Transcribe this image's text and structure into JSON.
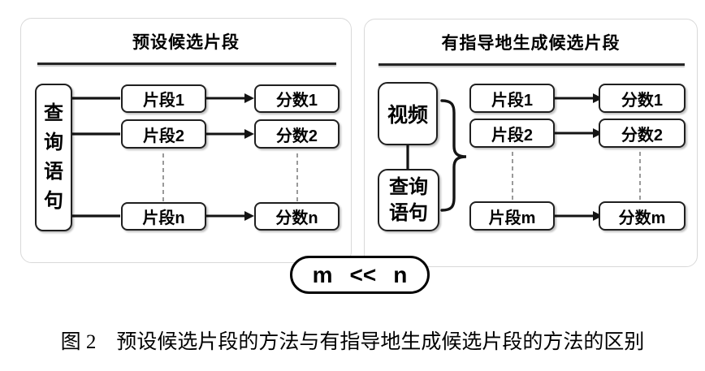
{
  "colors": {
    "line": "#141414",
    "box": "#1f1f1f",
    "panel": "#d9d9d9",
    "dash": "#9a9a9a"
  },
  "figure": {
    "left_panel": {
      "title": "预设候选片段",
      "query_label": "查询语句",
      "segments": [
        "片段1",
        "片段2",
        "片段n"
      ],
      "scores": [
        "分数1",
        "分数2",
        "分数n"
      ]
    },
    "right_panel": {
      "title": "有指导地生成候选片段",
      "video_label": "视频",
      "query_line1": "查询",
      "query_line2": "语句",
      "segments": [
        "片段1",
        "片段2",
        "片段m"
      ],
      "scores": [
        "分数1",
        "分数2",
        "分数m"
      ]
    },
    "comparison": {
      "left": "m",
      "operator": "<<",
      "right": "n"
    },
    "caption": "图 2　预设候选片段的方法与有指导地生成候选片段的方法的区别"
  }
}
